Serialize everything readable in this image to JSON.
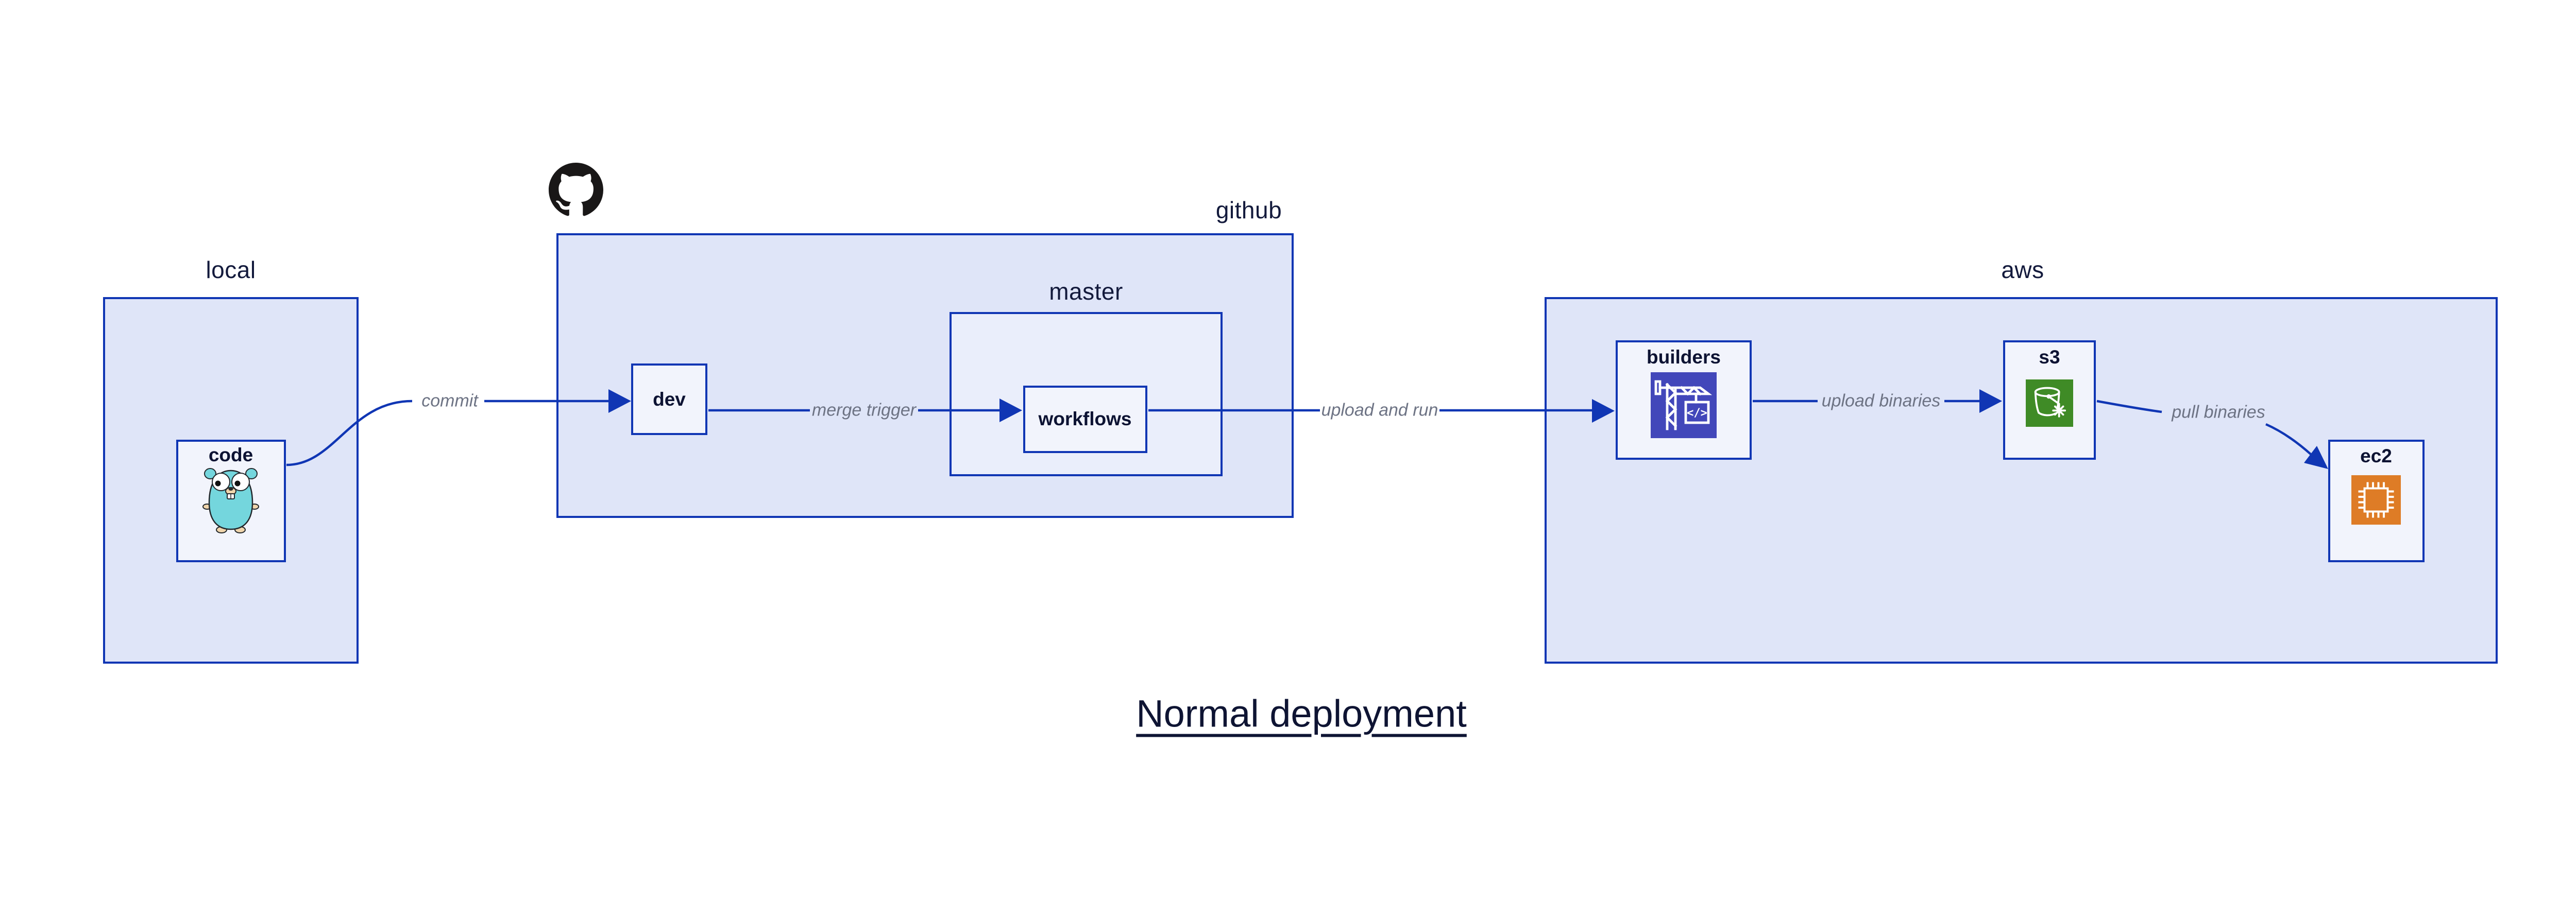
{
  "title": {
    "text": "Normal deployment"
  },
  "containers": {
    "local": {
      "label": "local"
    },
    "github": {
      "label": "github"
    },
    "master": {
      "label": "master"
    },
    "aws": {
      "label": "aws"
    }
  },
  "nodes": {
    "code": {
      "label": "code",
      "icon": "go-gopher-icon"
    },
    "dev": {
      "label": "dev"
    },
    "workflows": {
      "label": "workflows"
    },
    "builders": {
      "label": "builders",
      "icon": "codebuild-crane-icon"
    },
    "s3": {
      "label": "s3",
      "icon": "s3-glacier-bucket-icon"
    },
    "ec2": {
      "label": "ec2",
      "icon": "ec2-chip-icon"
    }
  },
  "edges": {
    "commit": {
      "label": "commit",
      "from": "code",
      "to": "dev"
    },
    "merge_trigger": {
      "label": "merge trigger",
      "from": "dev",
      "to": "workflows"
    },
    "upload_and_run": {
      "label": "upload and run",
      "from": "workflows",
      "to": "builders"
    },
    "upload_binaries": {
      "label": "upload binaries",
      "from": "builders",
      "to": "s3"
    },
    "pull_binaries": {
      "label": "pull binaries",
      "from": "s3",
      "to": "ec2"
    }
  },
  "icons": {
    "github_logo": "octocat-icon",
    "builders_glyph": "</>"
  },
  "colors": {
    "border_blue": "#1036b4",
    "container_fill": "#dfe5f8",
    "master_fill": "#eaeefb",
    "node_fill": "#f2f4fc",
    "heading_navy": "#131a3c",
    "edge_label_gray": "#6d7384",
    "octocat_black": "#191717",
    "gopher_teal": "#74d6dd",
    "builders_icon_bg": "#4247ba",
    "s3_icon_bg": "#3f8b26",
    "ec2_icon_bg": "#de7c26"
  }
}
